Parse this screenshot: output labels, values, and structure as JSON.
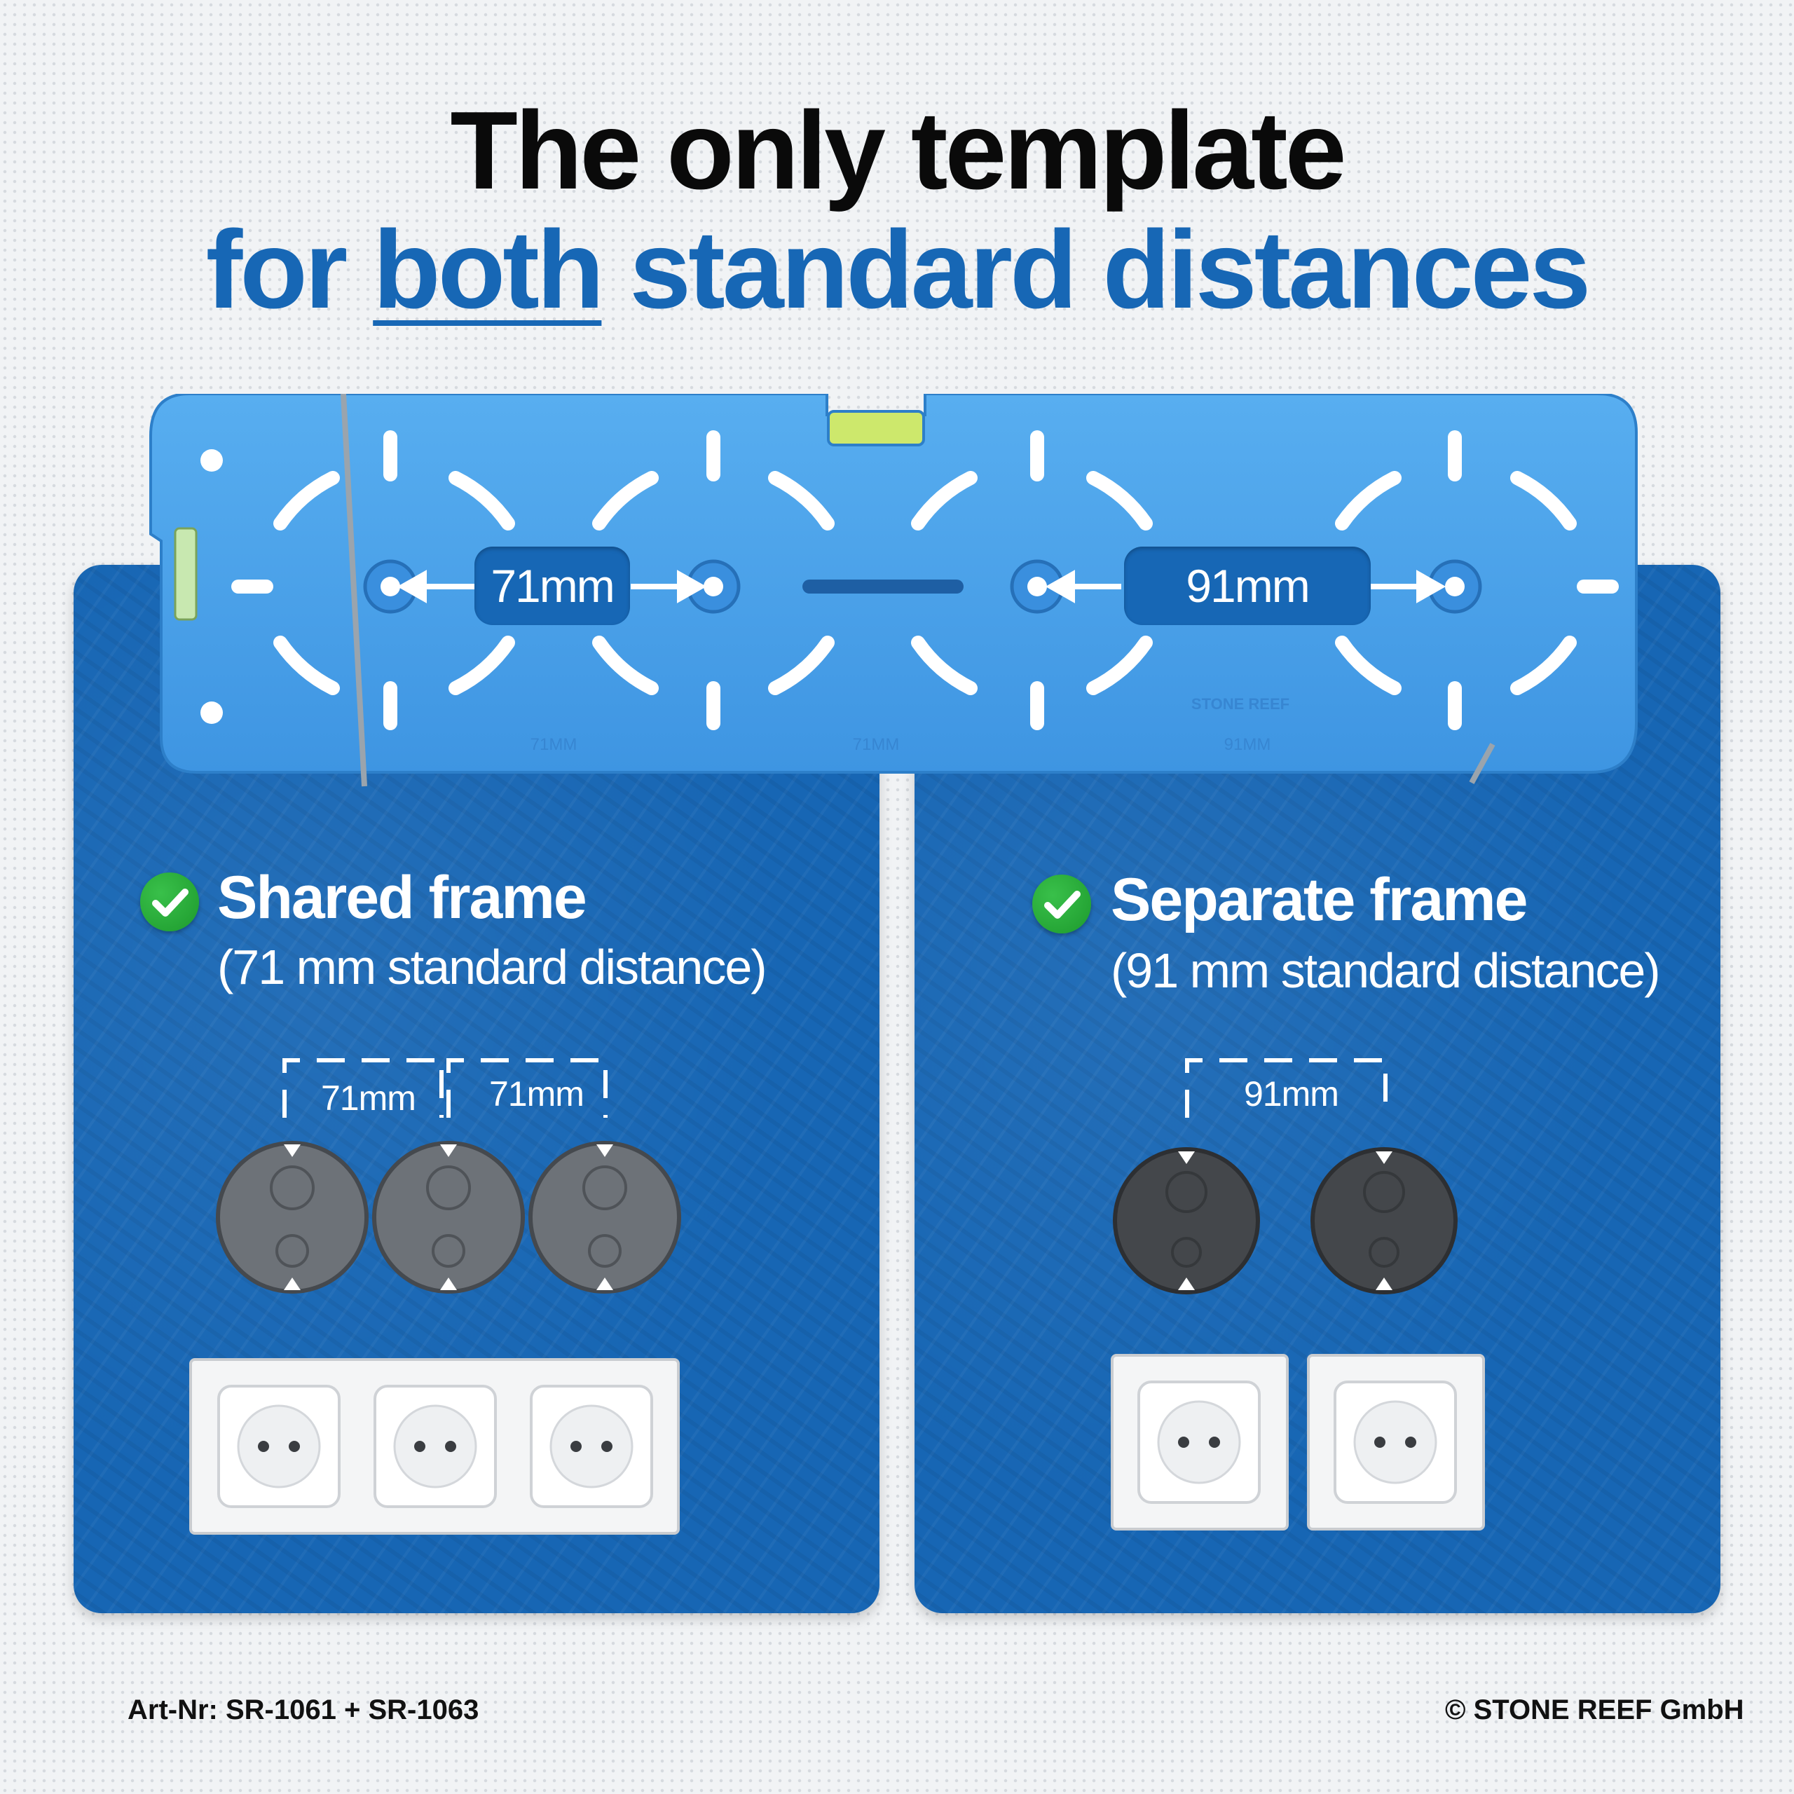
{
  "headline": {
    "line1": "The only template",
    "line2_prefix": "for ",
    "line2_emphasis": "both",
    "line2_suffix": " standard distances"
  },
  "template": {
    "dim_left": "71mm",
    "dim_right": "91mm",
    "brand_engraving": "STONE REEF",
    "engraving_1": "71MM",
    "engraving_2": "71MM",
    "engraving_3": "91MM"
  },
  "left_panel": {
    "title": "Shared frame",
    "subtitle": "(71 mm standard distance)",
    "measure_1": "71mm",
    "measure_2": "71mm",
    "box_count": 3,
    "socket_count": 3
  },
  "right_panel": {
    "title": "Separate frame",
    "subtitle": "(91 mm standard distance)",
    "measure_1": "91mm",
    "box_count": 2,
    "socket_count": 2
  },
  "footer": {
    "article_number": "Art-Nr: SR-1061 + SR-1063",
    "copyright": "© STONE REEF GmbH"
  },
  "colors": {
    "brand_blue": "#1767b5",
    "template_blue": "#4aa3ec",
    "check_green": "#2aad3a",
    "headline_black": "#0a0a0a"
  }
}
